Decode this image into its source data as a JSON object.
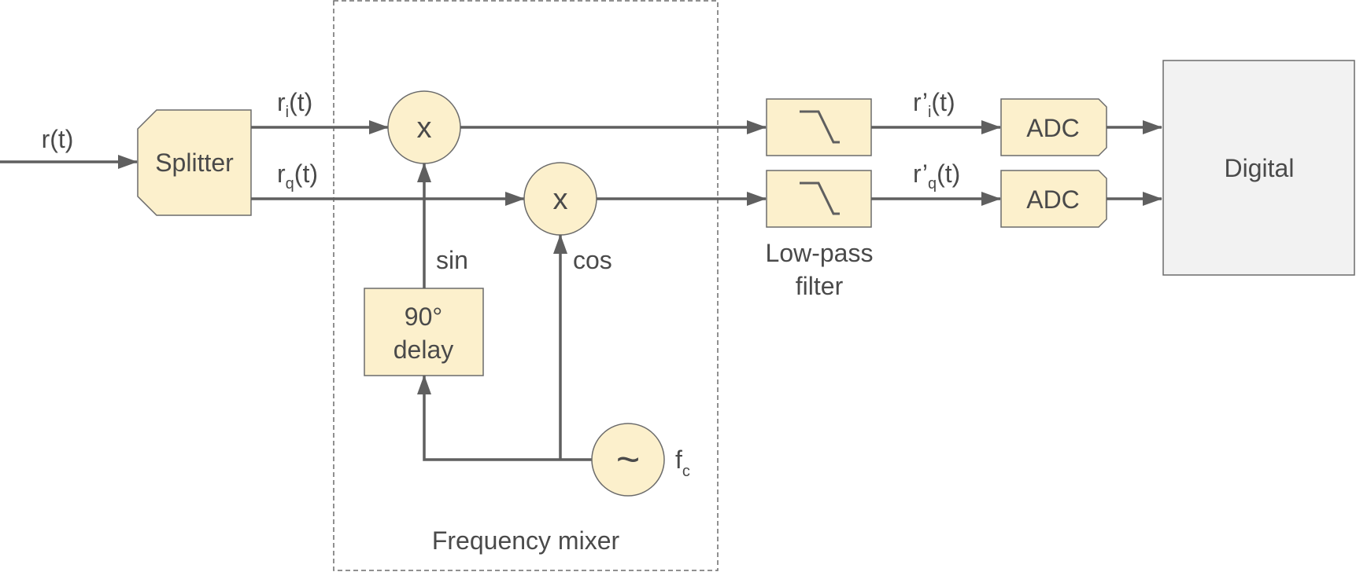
{
  "colors": {
    "block_fill": "#fcf0cc",
    "digital_fill": "#f2f2f2",
    "line": "#5f5f5f",
    "text": "#4a4a4a"
  },
  "signals": {
    "input": "r(t)",
    "ri_base": "r",
    "ri_sub": "i",
    "ri_tail": "(t)",
    "rq_base": "r",
    "rq_sub": "q",
    "rq_tail": "(t)",
    "ri_out_base": "r’",
    "ri_out_sub": "i",
    "ri_out_tail": "(t)",
    "rq_out_base": "r’",
    "rq_out_sub": "q",
    "rq_out_tail": "(t)"
  },
  "blocks": {
    "splitter": "Splitter",
    "multiplier_symbol": "x",
    "delay_line1": "90°",
    "delay_line2": "delay",
    "oscillator_symbol": "~",
    "osc_freq_base": "f",
    "osc_freq_sub": "c",
    "sin_label": "sin",
    "cos_label": "cos",
    "lowpass_line1": "Low-pass",
    "lowpass_line2": "filter",
    "adc": "ADC",
    "digital": "Digital"
  },
  "mixer": {
    "label": "Frequency mixer"
  },
  "icons": {
    "filter": "low-pass-filter-icon",
    "oscillator": "sine-wave-icon",
    "multiplier": "multiply-icon"
  }
}
